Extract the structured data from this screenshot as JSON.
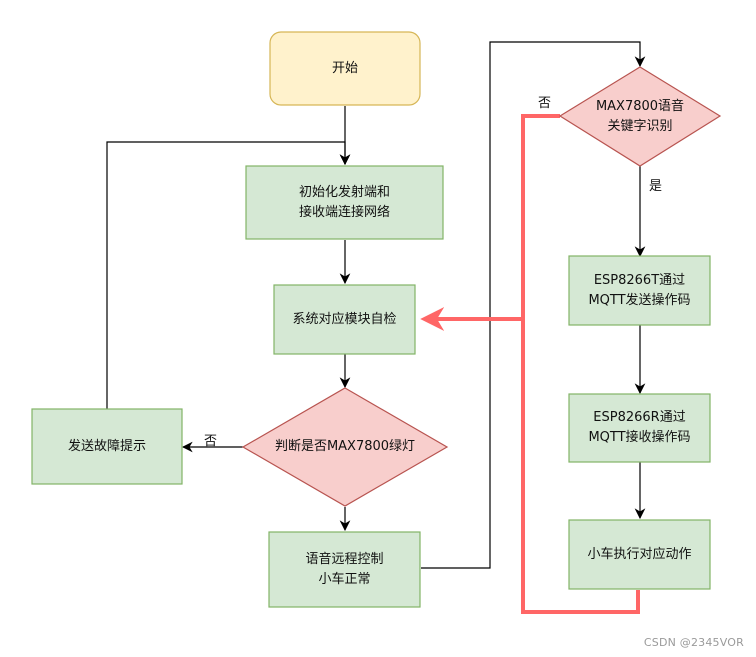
{
  "colors": {
    "start_fill": "#fff2cc",
    "start_stroke": "#d6b656",
    "process_fill": "#d5e8d4",
    "process_stroke": "#82b366",
    "decision_fill": "#f8cecc",
    "decision_stroke": "#b85450",
    "edge": "#000000",
    "highlight_edge": "#ff6666"
  },
  "nodes": {
    "start": "开始",
    "init": "初始化发射端和\n接收端连接网络",
    "self_check": "系统对应模块自检",
    "judge_green": "判断是否MAX7800绿灯",
    "send_fault": "发送故障提示",
    "remote_ok": "语音远程控制\n小车正常",
    "keyword_detect": "MAX7800语音\n关键字识别",
    "esp_t_send": "ESP8266T通过\nMQTT发送操作码",
    "esp_r_recv": "ESP8266R通过\nMQTT接收操作码",
    "car_exec": "小车执行对应动作"
  },
  "edge_labels": {
    "judge_no": "否",
    "keyword_no": "否",
    "keyword_yes": "是"
  },
  "watermark": "CSDN @2345VOR"
}
